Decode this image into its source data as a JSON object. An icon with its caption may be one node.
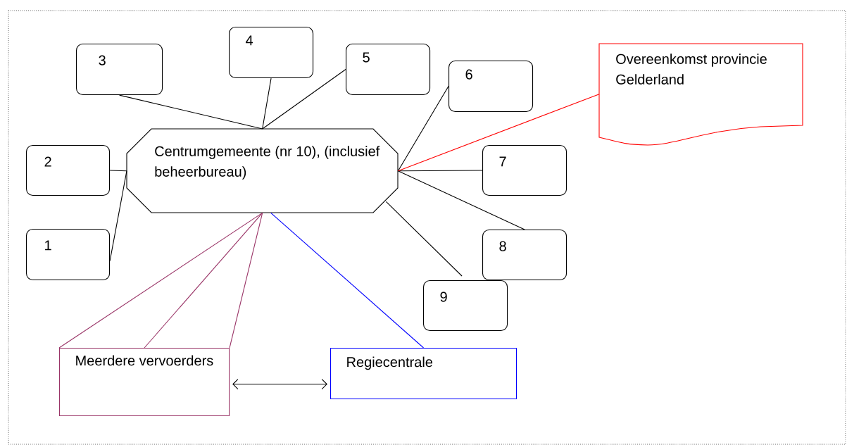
{
  "diagram": {
    "nodes": [
      {
        "text": [
          "Centrumgemeente (nr 10), (inclusief beheerbureau)"
        ]
      },
      {
        "text": [
          "1"
        ]
      },
      {
        "text": [
          "2"
        ]
      },
      {
        "text": [
          "3"
        ]
      },
      {
        "text": [
          "4"
        ]
      },
      {
        "text": [
          "5"
        ]
      },
      {
        "text": [
          "6"
        ]
      },
      {
        "text": [
          "7"
        ]
      },
      {
        "text": [
          "8"
        ]
      },
      {
        "text": [
          "9"
        ]
      },
      {
        "text": [
          "Overeenkomst provincie Gelderland"
        ]
      },
      {
        "text": [
          "Meerdere vervoerders"
        ]
      },
      {
        "text": [
          "Regiecentrale"
        ]
      }
    ],
    "edges": [
      {
        "from": 0,
        "to": 1,
        "arrow": "none"
      },
      {
        "from": 0,
        "to": 2,
        "arrow": "none"
      },
      {
        "from": 0,
        "to": 3,
        "arrow": "none"
      },
      {
        "from": 0,
        "to": 4,
        "arrow": "none"
      },
      {
        "from": 0,
        "to": 5,
        "arrow": "none"
      },
      {
        "from": 0,
        "to": 6,
        "arrow": "none"
      },
      {
        "from": 0,
        "to": 7,
        "arrow": "none"
      },
      {
        "from": 0,
        "to": 8,
        "arrow": "none"
      },
      {
        "from": 0,
        "to": 9,
        "arrow": "none"
      },
      {
        "from": 0,
        "to": 10,
        "arrow": "none",
        "color": "#ff0000"
      },
      {
        "from": 0,
        "to": 11,
        "arrow": "none",
        "color": "#993366"
      },
      {
        "from": 0,
        "to": 11,
        "arrow": "none",
        "color": "#993366"
      },
      {
        "from": 0,
        "to": 11,
        "arrow": "none",
        "color": "#993366"
      },
      {
        "from": 0,
        "to": 12,
        "arrow": "none",
        "color": "#0000ff"
      },
      {
        "from": 11,
        "to": 12,
        "arrow": "both"
      }
    ]
  }
}
